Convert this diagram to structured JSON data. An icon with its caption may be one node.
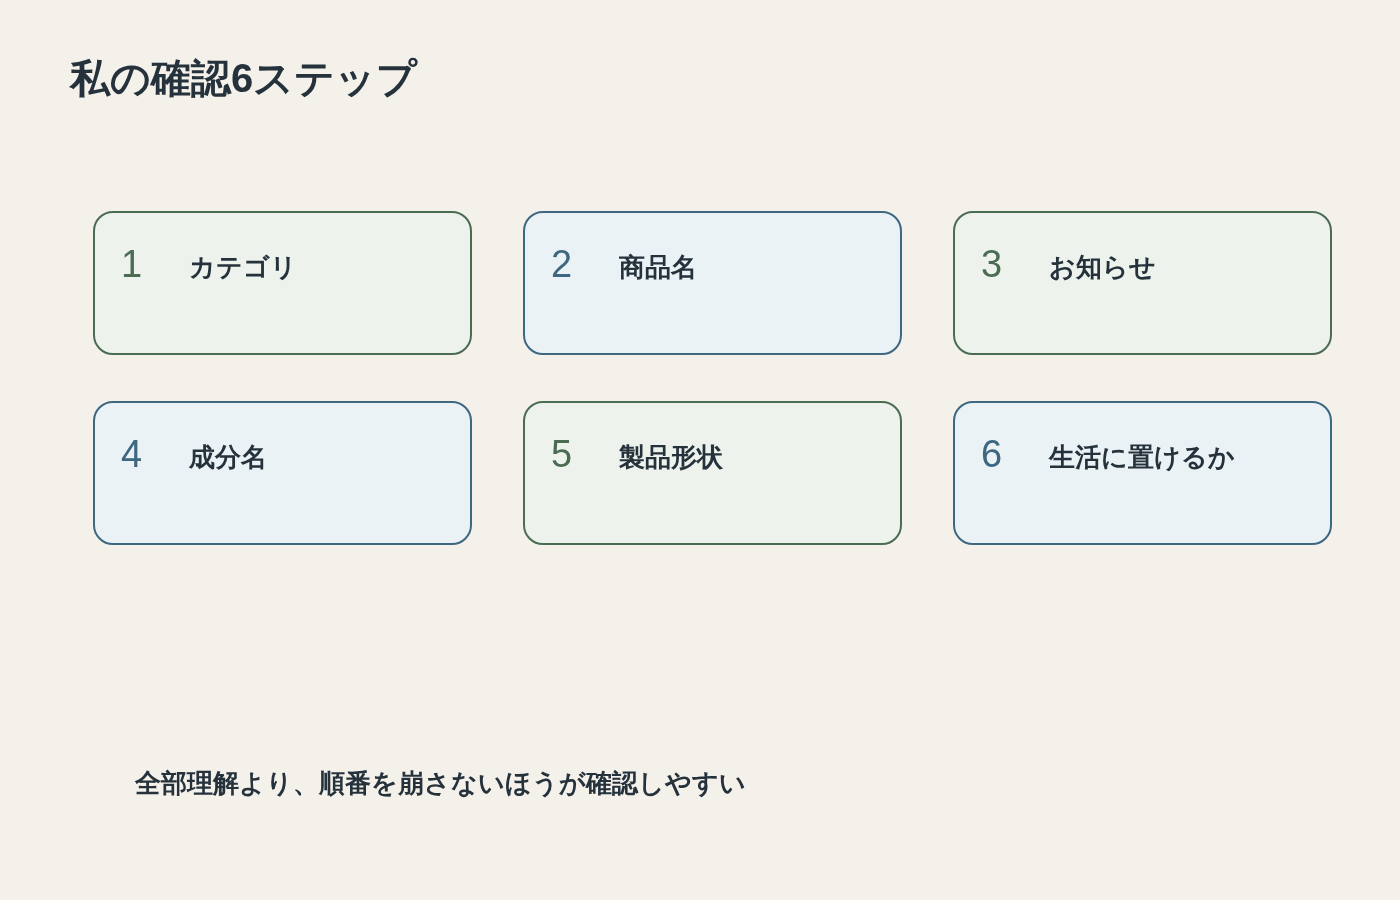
{
  "diagram": {
    "title": "私の確認6ステップ",
    "nodes": [
      {
        "text": [
          "1",
          "カテゴリ"
        ]
      },
      {
        "text": [
          "2",
          "商品名"
        ]
      },
      {
        "text": [
          "3",
          "お知らせ"
        ]
      },
      {
        "text": [
          "4",
          "成分名"
        ]
      },
      {
        "text": [
          "5",
          "製品形状"
        ]
      },
      {
        "text": [
          "6",
          "生活に置けるか"
        ]
      }
    ],
    "caption": "全部理解より、順番を崩さないほうが確認しやすい"
  }
}
